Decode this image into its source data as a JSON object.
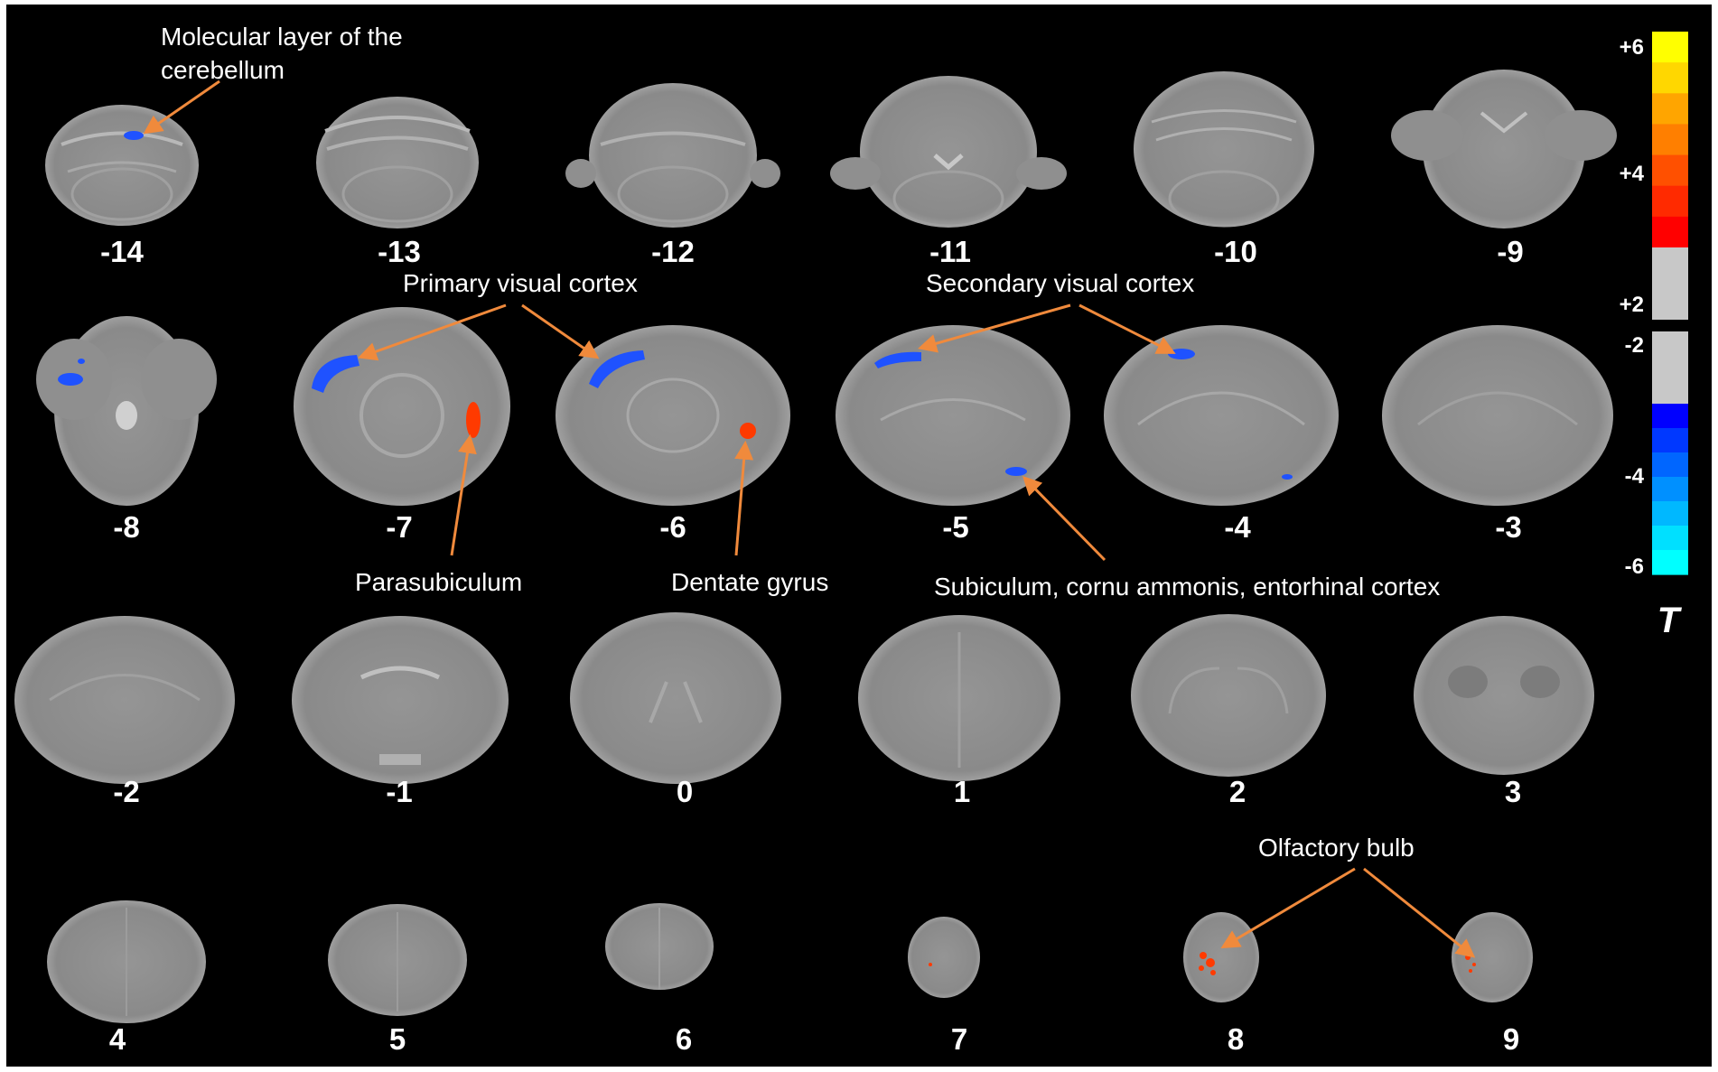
{
  "slices": [
    {
      "label": "-14"
    },
    {
      "label": "-13"
    },
    {
      "label": "-12"
    },
    {
      "label": "-11"
    },
    {
      "label": "-10"
    },
    {
      "label": "-9"
    },
    {
      "label": "-8"
    },
    {
      "label": "-7"
    },
    {
      "label": "-6"
    },
    {
      "label": "-5"
    },
    {
      "label": "-4"
    },
    {
      "label": "-3"
    },
    {
      "label": "-2"
    },
    {
      "label": "-1"
    },
    {
      "label": "0"
    },
    {
      "label": "1"
    },
    {
      "label": "2"
    },
    {
      "label": "3"
    },
    {
      "label": "4"
    },
    {
      "label": "5"
    },
    {
      "label": "6"
    },
    {
      "label": "7"
    },
    {
      "label": "8"
    },
    {
      "label": "9"
    }
  ],
  "annotations": {
    "molecular": {
      "line1": "Molecular layer of the",
      "line2": "cerebellum"
    },
    "primary_visual": "Primary visual cortex",
    "secondary_visual": "Secondary visual cortex",
    "parasubiculum": "Parasubiculum",
    "dentate": "Dentate gyrus",
    "subiculum": "Subiculum, cornu ammonis, entorhinal cortex",
    "olfactory": "Olfactory bulb"
  },
  "colorbar": {
    "title": "T",
    "labels": {
      "p6": "+6",
      "p4": "+4",
      "p2": "+2",
      "m2": "-2",
      "m4": "-4",
      "m6": "-6"
    },
    "positive_colors": [
      "#ffff00",
      "#ffd700",
      "#ffa500",
      "#ff7f00",
      "#ff5000",
      "#ff2a00",
      "#ff0000"
    ],
    "negative_colors": [
      "#0000ff",
      "#0038ff",
      "#0066ff",
      "#0090ff",
      "#00b8ff",
      "#00e0ff",
      "#00ffff"
    ],
    "neutral_color": "#c8c8c8"
  },
  "colors": {
    "background": "#000000",
    "arrow": "#f08a3c",
    "brain": "#8f8f8f",
    "activation_negative": "#1f52ff",
    "activation_positive": "#ff3a00"
  }
}
